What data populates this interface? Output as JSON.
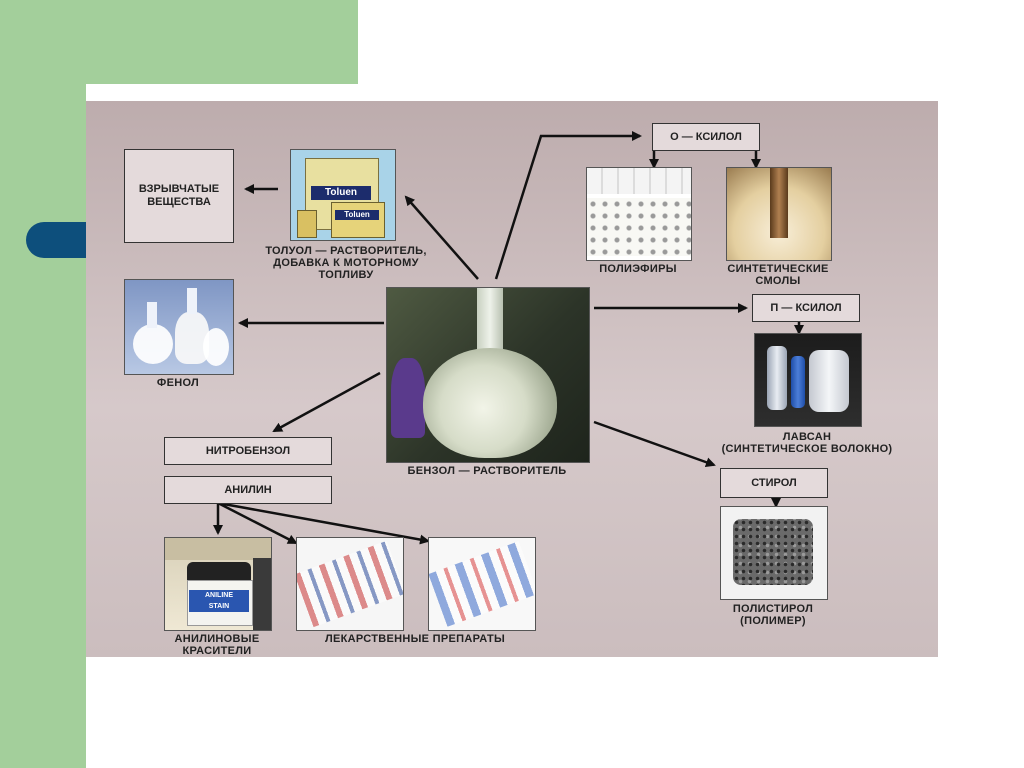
{
  "nodes": {
    "explosives": "ВЗРЫВЧАТЫЕ ВЕЩЕСТВА",
    "toluene_line1": "ТОЛУОЛ — РАСТВОРИТЕЛЬ,",
    "toluene_line2": "ДОБАВКА К МОТОРНОМУ",
    "toluene_line3": "ТОПЛИВУ",
    "o_xylene": "О — КСИЛОЛ",
    "polyesters": "ПОЛИЭФИРЫ",
    "resins_line1": "СИНТЕТИЧЕСКИЕ",
    "resins_line2": "СМОЛЫ",
    "phenol": "ФЕНОЛ",
    "p_xylene": "П — КСИЛОЛ",
    "lavsan_line1": "ЛАВСАН",
    "lavsan_line2": "(СИНТЕТИЧЕСКОЕ ВОЛОКНО)",
    "benzene": "БЕНЗОЛ — РАСТВОРИТЕЛЬ",
    "nitrobenzene": "НИТРОБЕНЗОЛ",
    "aniline": "АНИЛИН",
    "styrene": "СТИРОЛ",
    "polystyrene_line1": "ПОЛИСТИРОЛ",
    "polystyrene_line2": "(ПОЛИМЕР)",
    "dyes_line1": "АНИЛИНОВЫЕ",
    "dyes_line2": "КРАСИТЕЛИ",
    "medicines": "ЛЕКАРСТВЕННЫЕ ПРЕПАРАТЫ"
  },
  "image_text": {
    "toluen": "Toluen",
    "aniline_stain_1": "ANILINE",
    "aniline_stain_2": "STAIN"
  },
  "colors": {
    "green": "#a3cf9b",
    "blue_tab": "#0d4f7c"
  }
}
